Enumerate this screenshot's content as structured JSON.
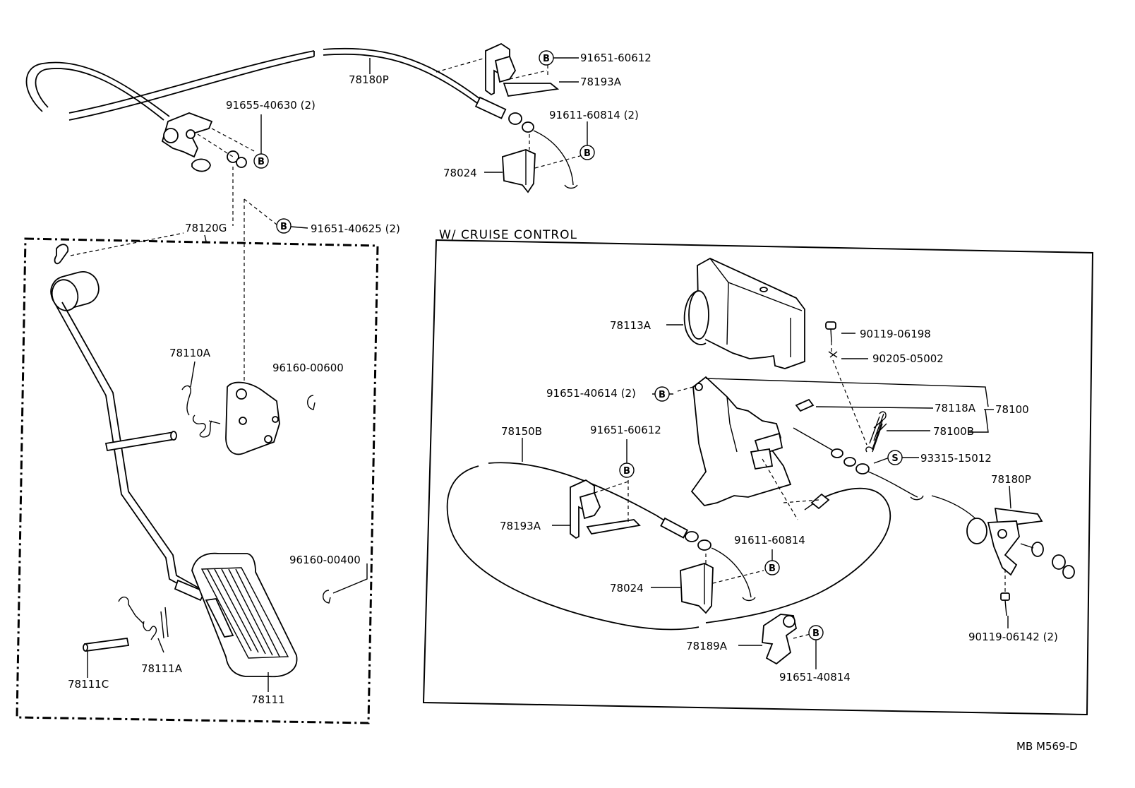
{
  "diagram": {
    "section_title": "W/ CRUISE CONTROL",
    "drawing_code": "MB M569-D",
    "circle_b": "B",
    "circle_s": "S",
    "labels": {
      "p78180p_top": "78180P",
      "p91651_60612_top": "91651-60612",
      "p78193a_top": "78193A",
      "p91655_40630": "91655-40630 (2)",
      "p91611_60814_top": "91611-60814 (2)",
      "p78024_top": "78024",
      "p78120g": "78120G",
      "p91651_40625": "91651-40625 (2)",
      "p78110a": "78110A",
      "p96160_00600": "96160-00600",
      "p96160_00400": "96160-00400",
      "p78111a": "78111A",
      "p78111c": "78111C",
      "p78111": "78111",
      "p78113a": "78113A",
      "p90119_06198": "90119-06198",
      "p90205_05002": "90205-05002",
      "p91651_40614": "91651-40614 (2)",
      "p78118a": "78118A",
      "p78100": "78100",
      "p78100b": "78100B",
      "p78150b": "78150B",
      "p91651_60612_cc": "91651-60612",
      "p93315_15012": "93315-15012",
      "p78180p_cc": "78180P",
      "p78193a_cc": "78193A",
      "p91611_60814_cc": "91611-60814",
      "p78024_cc": "78024",
      "p90119_06142": "90119-06142 (2)",
      "p78189a": "78189A",
      "p91651_40814": "91651-40814"
    }
  }
}
